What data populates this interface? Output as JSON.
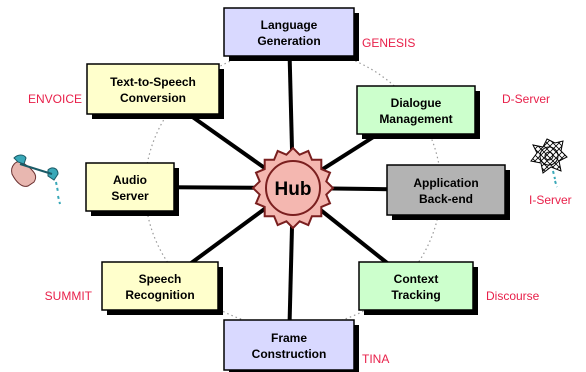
{
  "hub": {
    "label": "Hub"
  },
  "modules": [
    {
      "id": "language-generation",
      "line1": "Language",
      "line2": "Generation",
      "fill": "#d9d9ff",
      "system": "GENESIS"
    },
    {
      "id": "dialogue-management",
      "line1": "Dialogue",
      "line2": "Management",
      "fill": "#ccffcc",
      "system": "D-Server"
    },
    {
      "id": "application-back-end",
      "line1": "Application",
      "line2": "Back-end",
      "fill": "#b3b3b3",
      "system": "I-Server"
    },
    {
      "id": "context-tracking",
      "line1": "Context",
      "line2": "Tracking",
      "fill": "#ccffcc",
      "system": "Discourse"
    },
    {
      "id": "frame-construction",
      "line1": "Frame",
      "line2": "Construction",
      "fill": "#d9d9ff",
      "system": "TINA"
    },
    {
      "id": "speech-recognition",
      "line1": "Speech",
      "line2": "Recognition",
      "fill": "#ffffcc",
      "system": "SUMMIT"
    },
    {
      "id": "audio-server",
      "line1": "Audio",
      "line2": "Server",
      "fill": "#ffffcc",
      "system": ""
    },
    {
      "id": "text-to-speech-conversion",
      "line1": "Text-to-Speech",
      "line2": "Conversion",
      "fill": "#ffffcc",
      "system": "ENVOICE"
    }
  ],
  "colors": {
    "system_label": "#e8204a",
    "hub_fill": "#f4b7b0",
    "hub_stroke": "#7a1f1f",
    "spoke": "#000000"
  },
  "icons": {
    "telephone": "telephone-icon",
    "web": "globe-web-icon"
  }
}
